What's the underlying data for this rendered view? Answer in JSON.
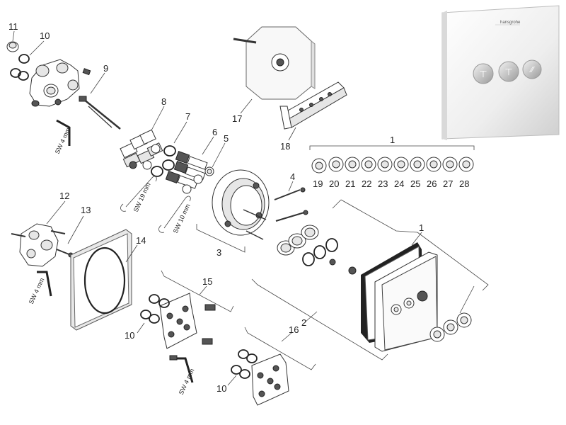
{
  "labels": {
    "p1a": "1",
    "p1b": "1",
    "p2": "2",
    "p3": "3",
    "p4": "4",
    "p5": "5",
    "p6": "6",
    "p7": "7",
    "p8": "8",
    "p9": "9",
    "p10a": "10",
    "p10b": "10",
    "p10c": "10",
    "p11": "11",
    "p12": "12",
    "p13": "13",
    "p14": "14",
    "p15": "15",
    "p16": "16",
    "p17": "17",
    "p18": "18",
    "p19": "19",
    "p20": "20",
    "p21": "21",
    "p22": "22",
    "p23": "23",
    "p24": "24",
    "p25": "25",
    "p26": "26",
    "p27": "27",
    "p28": "28"
  },
  "tools": {
    "sw4a": "SW 4 mm",
    "sw4b": "SW 4 mm",
    "sw4c": "SW 4 mm",
    "sw19": "SW 19 mm",
    "sw10": "SW 10 mm"
  },
  "brand": "hansgrohe"
}
